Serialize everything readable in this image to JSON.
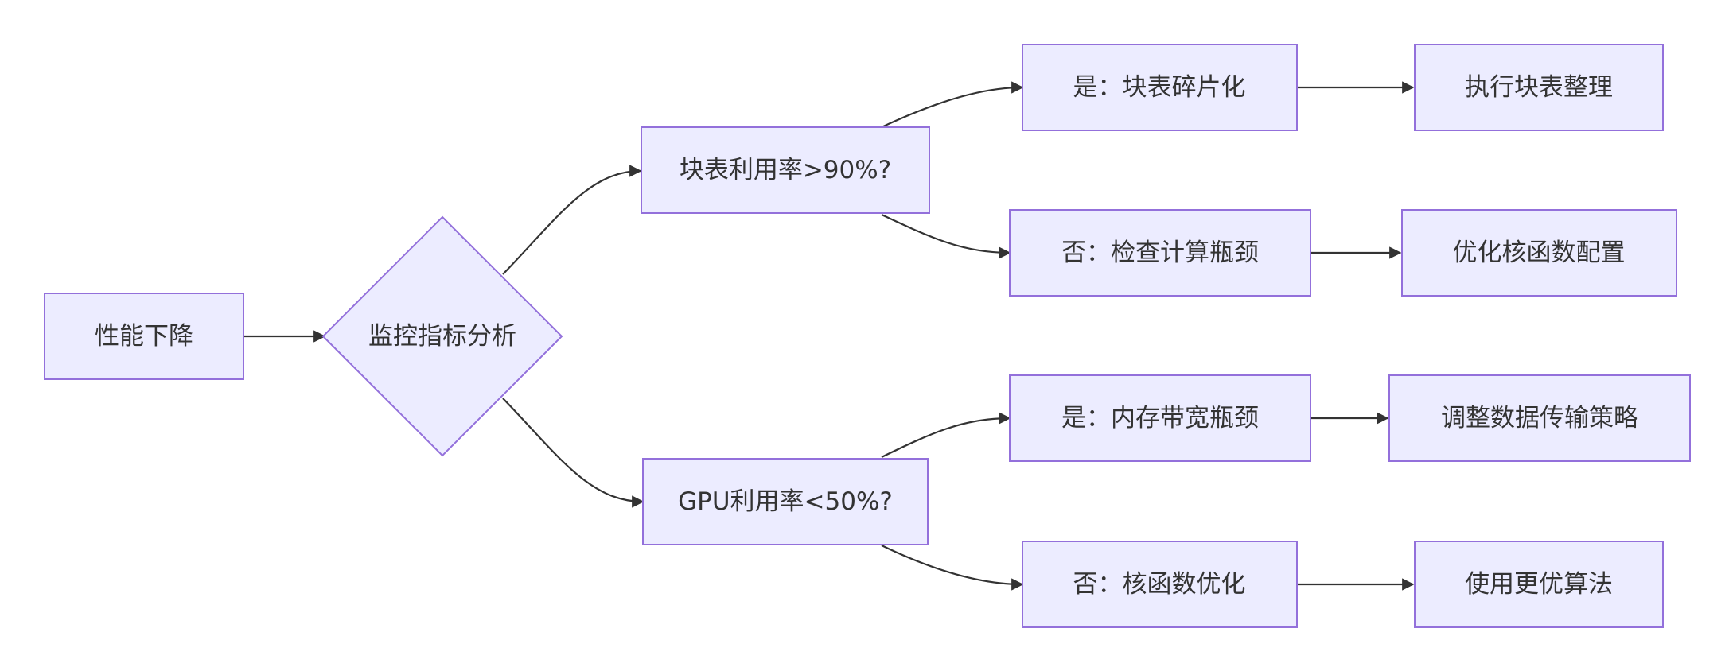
{
  "diagram": {
    "type": "flowchart",
    "direction": "left-to-right",
    "colors": {
      "node_fill": "#ececff",
      "node_stroke": "#9370db",
      "edge": "#333333",
      "text": "#333333",
      "background": "#ffffff"
    },
    "nodes": {
      "start": {
        "label": "性能下降",
        "shape": "rect"
      },
      "analyze": {
        "label": "监控指标分析",
        "shape": "diamond"
      },
      "blocktable_check": {
        "label": "块表利用率>90%?",
        "shape": "rect"
      },
      "gpu_check": {
        "label": "GPU利用率<50%?",
        "shape": "rect"
      },
      "fragmentation": {
        "label": "是：块表碎片化",
        "shape": "rect"
      },
      "compute_check": {
        "label": "否：检查计算瓶颈",
        "shape": "rect"
      },
      "bandwidth": {
        "label": "是：内存带宽瓶颈",
        "shape": "rect"
      },
      "kernel_opt": {
        "label": "否：核函数优化",
        "shape": "rect"
      },
      "defrag": {
        "label": "执行块表整理",
        "shape": "rect"
      },
      "kernel_config": {
        "label": "优化核函数配置",
        "shape": "rect"
      },
      "transfer": {
        "label": "调整数据传输策略",
        "shape": "rect"
      },
      "algorithm": {
        "label": "使用更优算法",
        "shape": "rect"
      }
    },
    "edges": [
      {
        "from": "start",
        "to": "analyze"
      },
      {
        "from": "analyze",
        "to": "blocktable_check"
      },
      {
        "from": "analyze",
        "to": "gpu_check"
      },
      {
        "from": "blocktable_check",
        "to": "fragmentation"
      },
      {
        "from": "blocktable_check",
        "to": "compute_check"
      },
      {
        "from": "gpu_check",
        "to": "bandwidth"
      },
      {
        "from": "gpu_check",
        "to": "kernel_opt"
      },
      {
        "from": "fragmentation",
        "to": "defrag"
      },
      {
        "from": "compute_check",
        "to": "kernel_config"
      },
      {
        "from": "bandwidth",
        "to": "transfer"
      },
      {
        "from": "kernel_opt",
        "to": "algorithm"
      }
    ]
  }
}
